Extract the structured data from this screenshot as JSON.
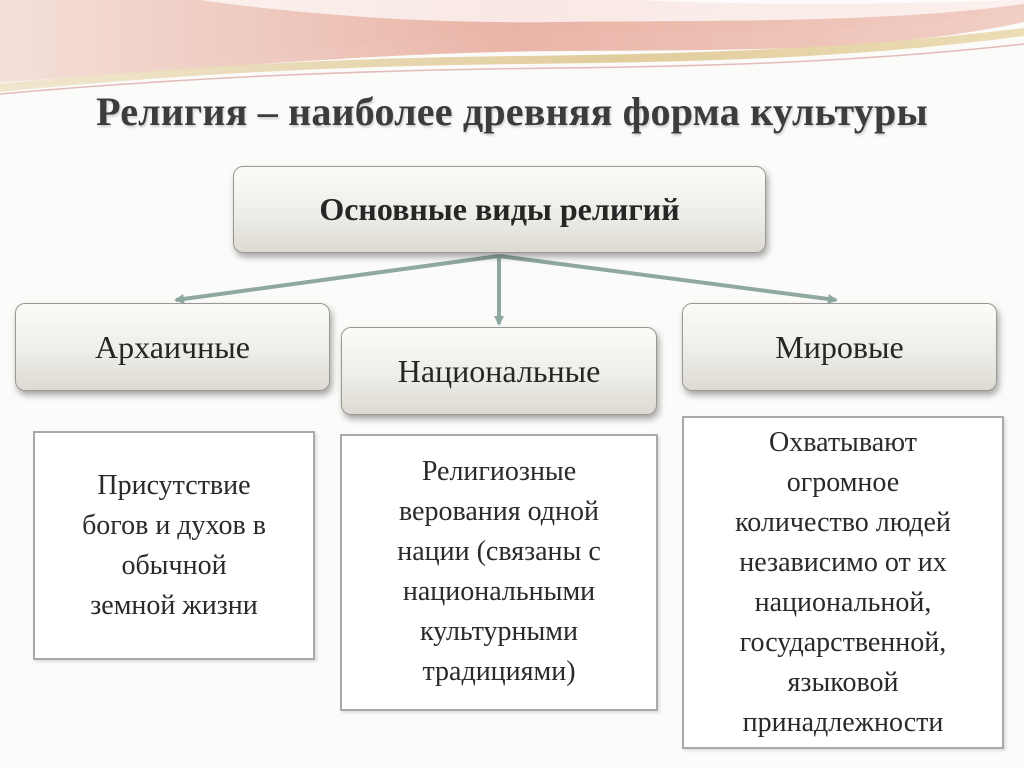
{
  "title": "Религия – наиболее древняя форма культуры",
  "root": {
    "label": "Основные виды религий"
  },
  "categories": [
    {
      "label": "Архаичные",
      "description": "Присутствие\nбогов и духов в\nобычной\nземной жизни"
    },
    {
      "label": "Национальные",
      "description": "Религиозные\nверования одной\nнации (связаны с\nнациональными\nкультурными\nтрадициями)"
    },
    {
      "label": "Мировые",
      "description": "Охватывают\nогромное\nколичество людей\nнезависимо от их\nнациональной,\nгосударственной,\nязыковой\nпринадлежности"
    }
  ],
  "colors": {
    "background": "#fbfbf9",
    "wave_pink": "#e9b4a8",
    "wave_gold": "#d8c08a",
    "arrow": "#8fa8a0"
  }
}
